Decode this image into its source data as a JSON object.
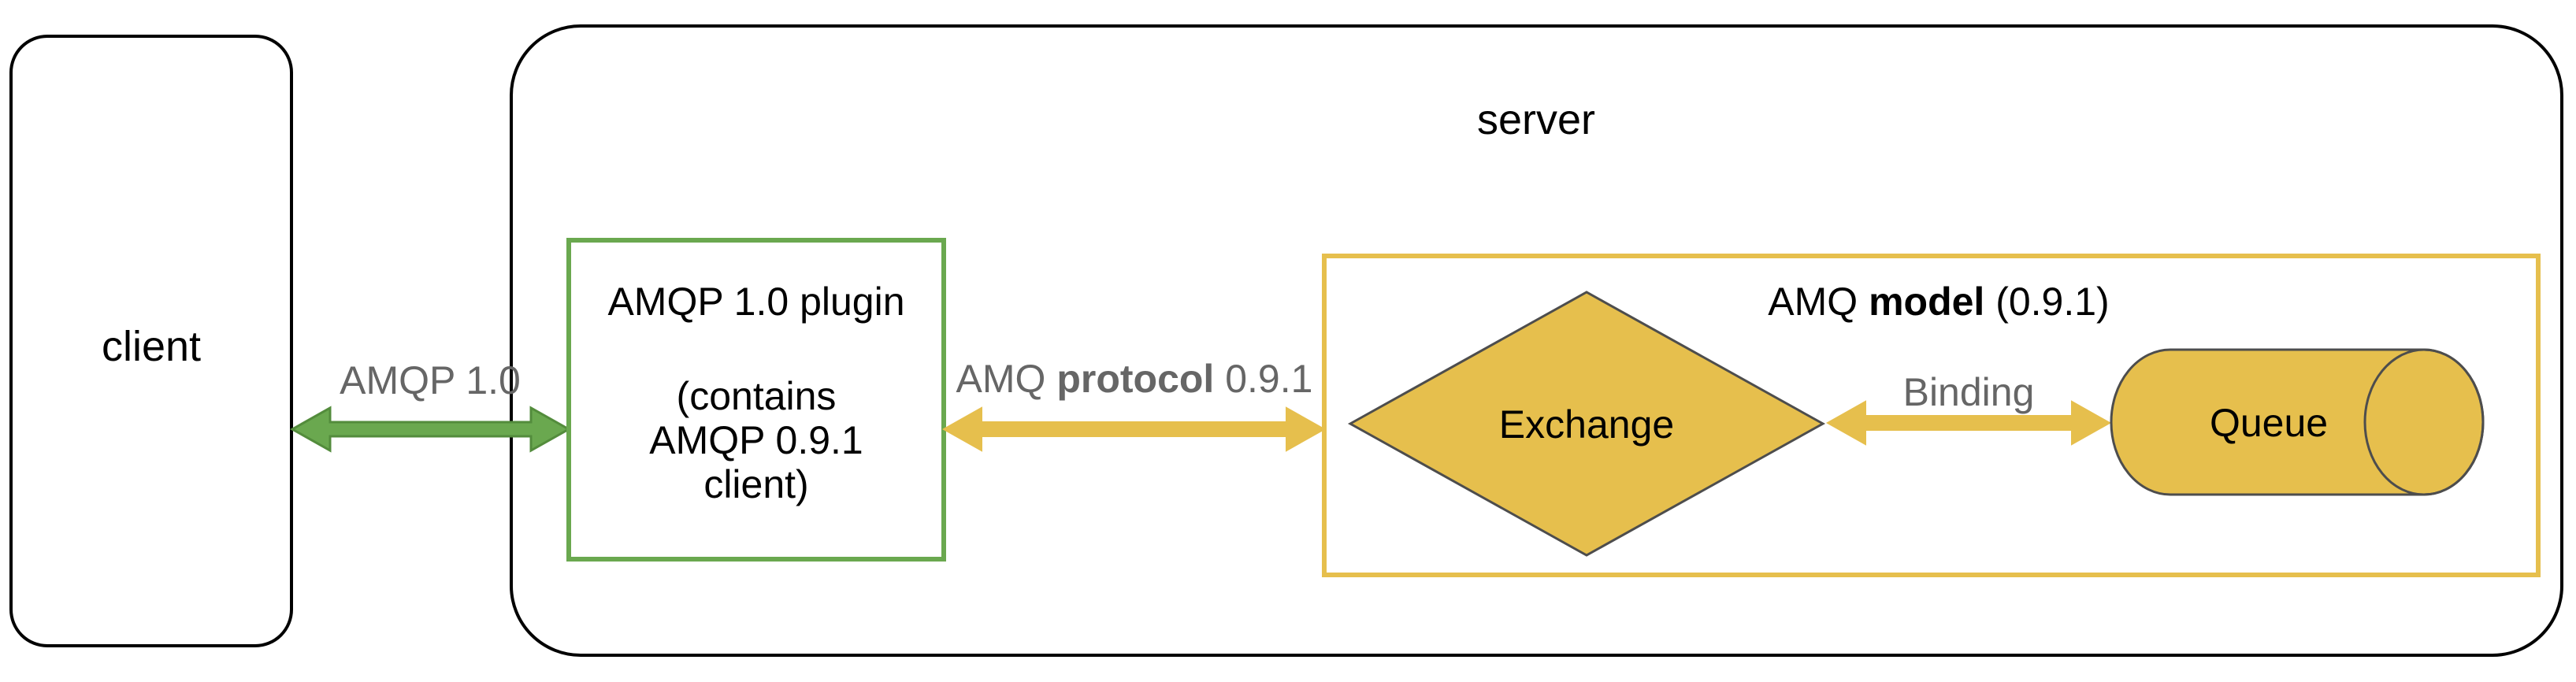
{
  "colors": {
    "green": "#6aa84f",
    "green_dark": "#538c3c",
    "yellow": "#e6bf4d",
    "yellow_dark": "#c9a23a",
    "gray_text": "#666666",
    "black": "#000000",
    "shape_stroke": "#4d4d4d",
    "background": "#ffffff"
  },
  "client": {
    "label": "client"
  },
  "server": {
    "label": "server"
  },
  "plugin": {
    "line1": "AMQP 1.0 plugin",
    "line2": "(contains",
    "line3": "AMQP 0.9.1",
    "line4": "client)"
  },
  "arrows": {
    "amqp10": {
      "label": "AMQP 1.0"
    },
    "protocol": {
      "pre": "AMQ ",
      "bold": "protocol",
      "post": " 0.9.1"
    },
    "binding": {
      "label": "Binding"
    }
  },
  "model": {
    "title_pre": "AMQ ",
    "title_bold": "model",
    "title_post": " (0.9.1)",
    "exchange_label": "Exchange",
    "queue_label": "Queue"
  }
}
